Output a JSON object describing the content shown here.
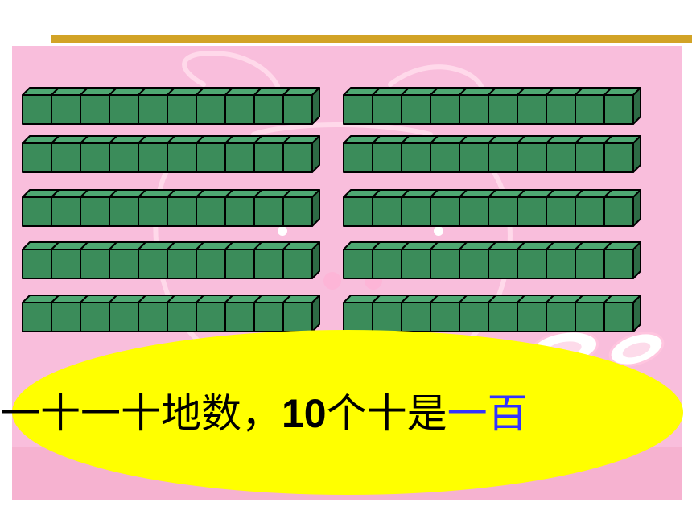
{
  "slide": {
    "caption": {
      "part1": "一十一十地数，",
      "part2": "10",
      "part3": "个十是",
      "highlight": "一百"
    },
    "rods": {
      "count": 10,
      "cubes_per_rod": 10,
      "color": "#3b8c5a"
    },
    "colors": {
      "accent_bar": "#d2a326",
      "background": "#f9bedc",
      "bubble": "#ffff00",
      "highlight_text": "#3333ff"
    }
  }
}
